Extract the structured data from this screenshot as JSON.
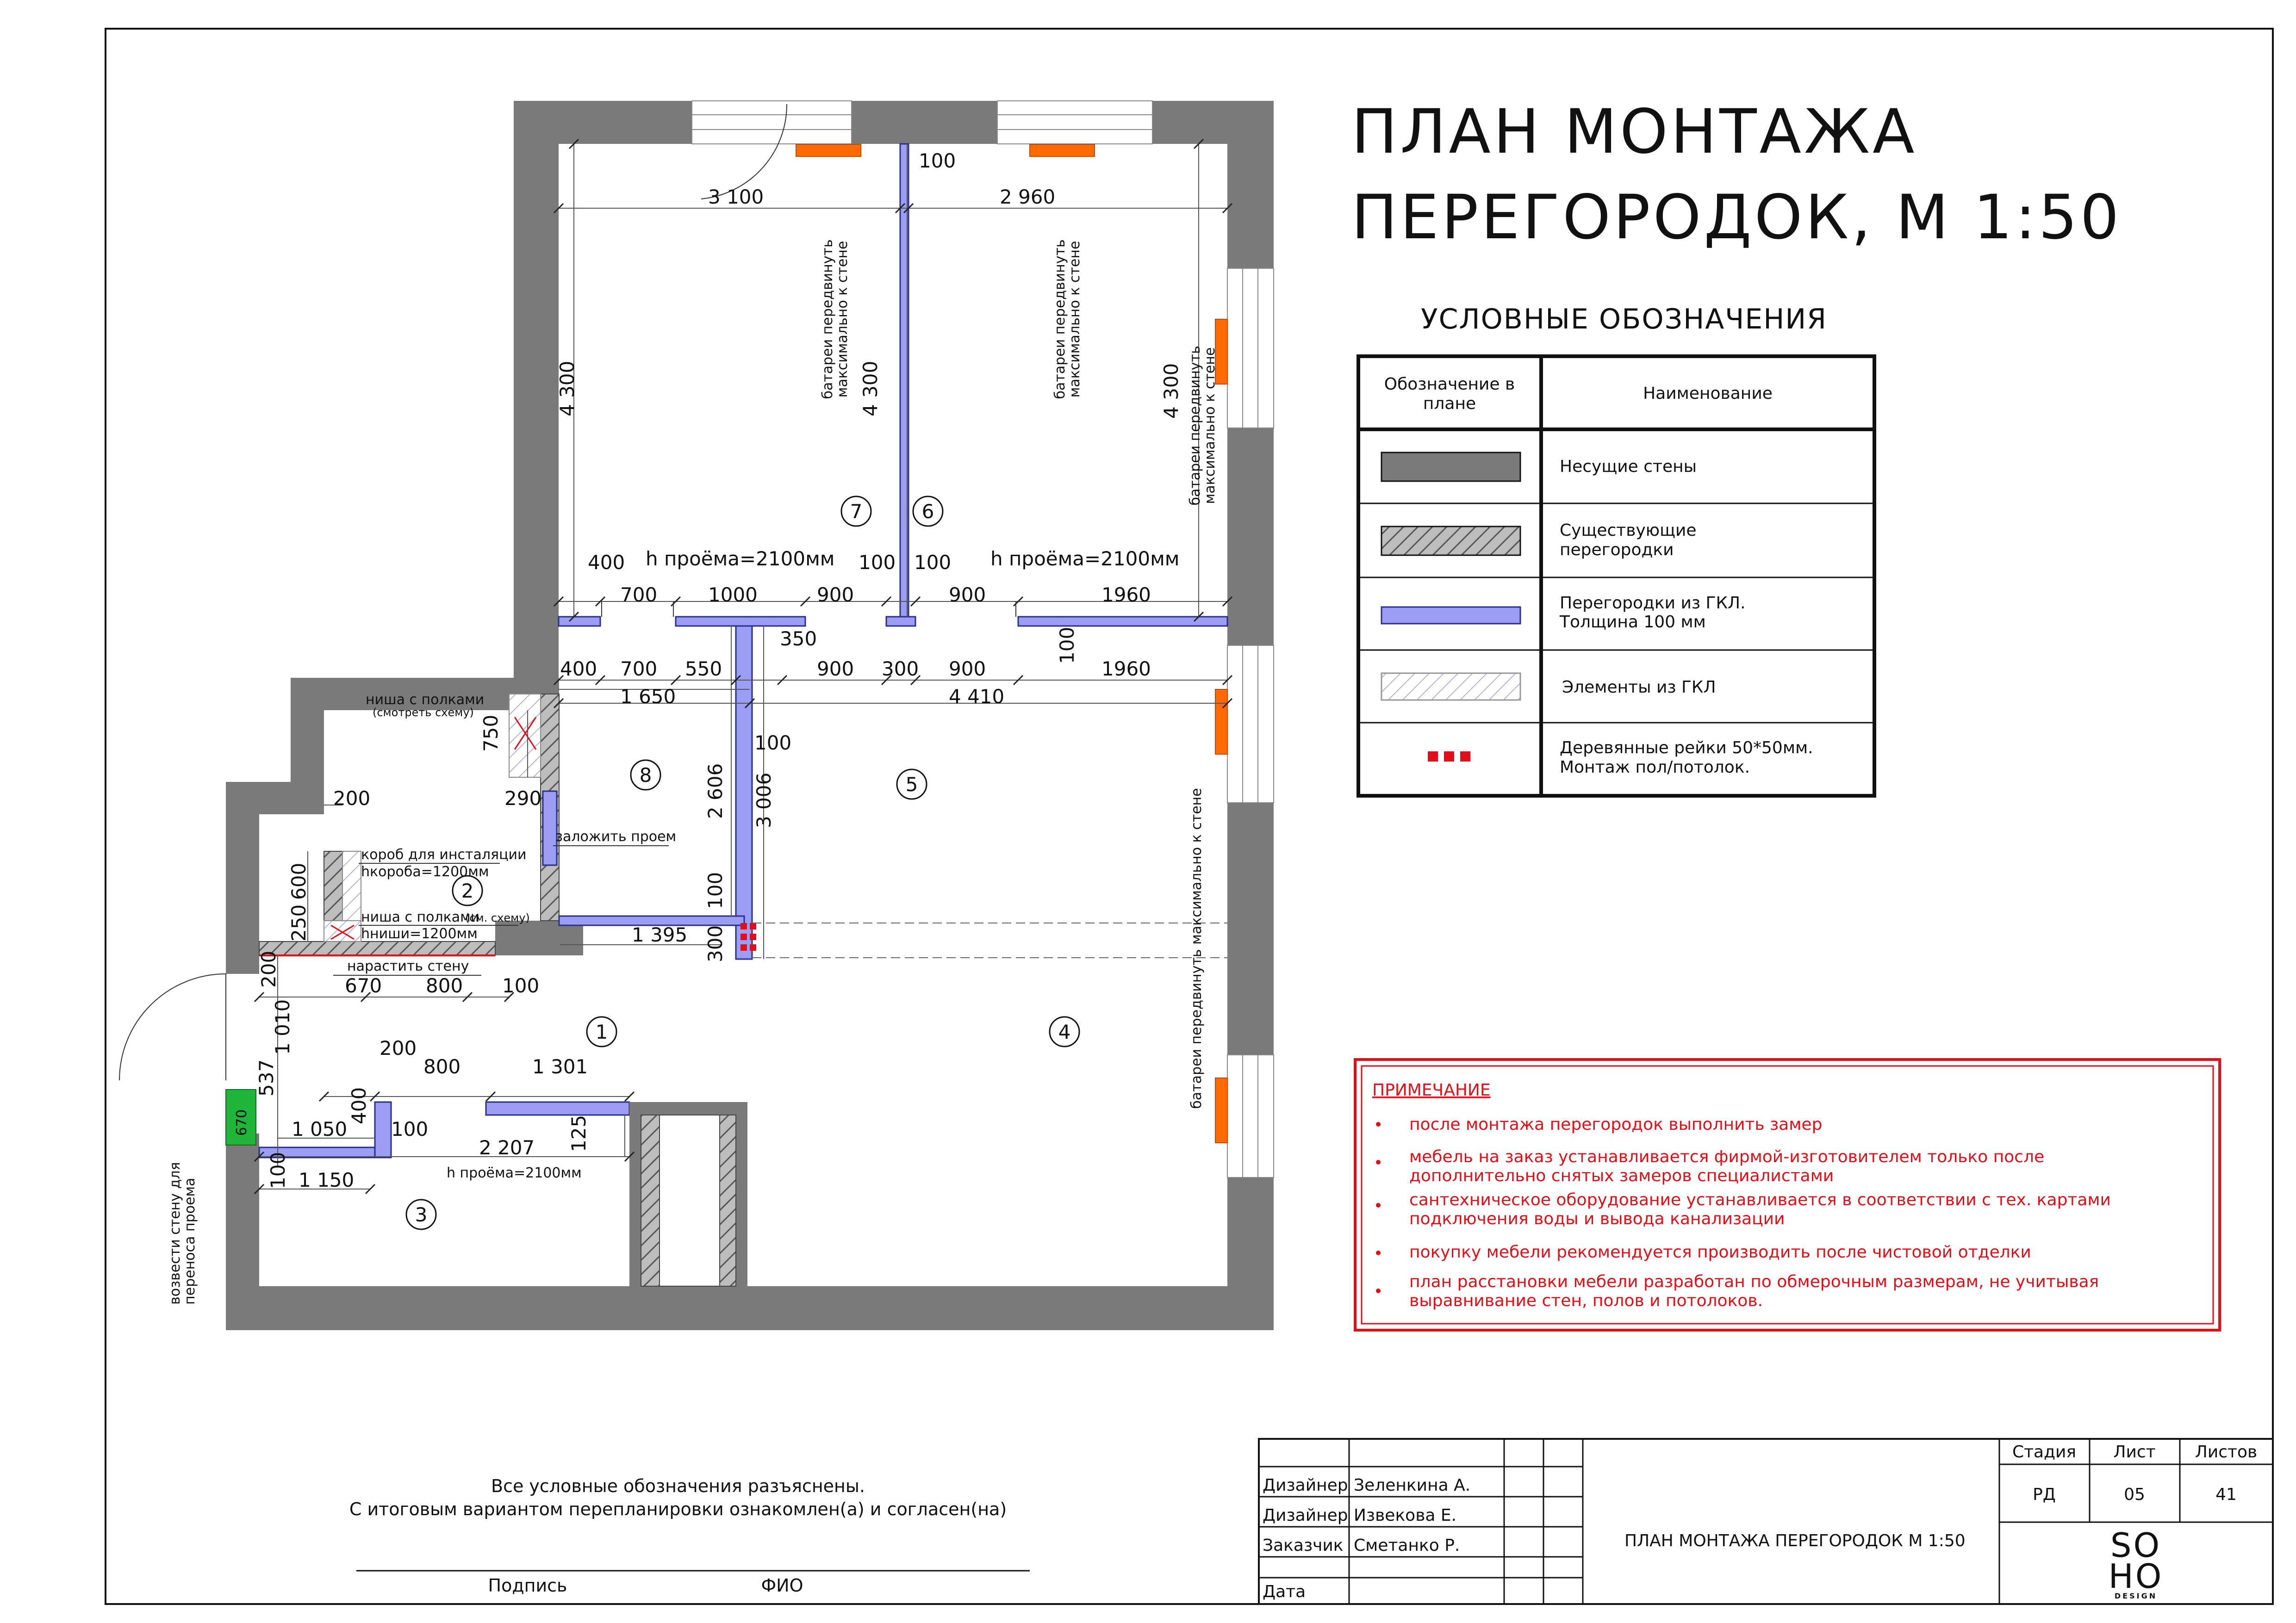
{
  "title": {
    "line1": "ПЛАН МОНТАЖА",
    "line2": "ПЕРЕГОРОДОК, М 1:50"
  },
  "legend": {
    "heading": "УСЛОВНЫЕ ОБОЗНАЧЕНИЯ",
    "col1": "Обозначение в плане",
    "col1_line1": "Обозначение в",
    "col1_line2": "плане",
    "col2": "Наименование",
    "rows": [
      {
        "name_line1": "Несущие стены",
        "name_line2": "",
        "swatch": "load-bearing",
        "color": "#7a7a7a"
      },
      {
        "name_line1": "Существующие",
        "name_line2": "перегородки",
        "swatch": "existing",
        "color": "#9a9a9a"
      },
      {
        "name_line1": "Перегородки из ГКЛ.",
        "name_line2": "Толщина 100 мм",
        "swatch": "gkl",
        "color": "#9b9ef3"
      },
      {
        "name_line1": "Элементы из ГКЛ",
        "name_line2": "",
        "swatch": "gkl-elements",
        "color": "#c8cbf0"
      },
      {
        "name_line1": "Деревянные рейки 50*50мм.",
        "name_line2": "Монтаж пол/потолок.",
        "swatch": "wood-rails",
        "color": "#e0101a"
      }
    ]
  },
  "notes": {
    "heading": "ПРИМЕЧАНИЕ",
    "items": [
      {
        "line1": "после монтажа перегородок выполнить замер",
        "line2": ""
      },
      {
        "line1": "мебель на заказ устанавливается фирмой-изготовителем только после",
        "line2": "дополнительно снятых замеров специалистами"
      },
      {
        "line1": "сантехническое оборудование устанавливается в соответствии с тех. картами",
        "line2": "подключения воды и вывода канализации"
      },
      {
        "line1": "покупку мебели рекомендуется производить после чистовой отделки",
        "line2": ""
      },
      {
        "line1": "план расстановки мебели разработан по обмерочным размерам, не учитывая",
        "line2": "выравнивание стен, полов и потолоков."
      }
    ]
  },
  "approval": {
    "line1": "Все условные обозначения разъяснены.",
    "line2": "С итоговым вариантом перепланировки ознакомлен(а) и согласен(на)",
    "signature_label": "Подпись",
    "name_label": "ФИО"
  },
  "title_block": {
    "rows": [
      {
        "role": "Дизайнер",
        "name": "Зеленкина А."
      },
      {
        "role": "Дизайнер",
        "name": "Извекова Е."
      },
      {
        "role": "Заказчик",
        "name": "Сметанко Р."
      },
      {
        "role": "Дата",
        "name": ""
      }
    ],
    "sheet_title": "ПЛАН МОНТАЖА ПЕРЕГОРОДОК М 1:50",
    "stage_label": "Стадия",
    "sheet_label": "Лист",
    "sheets_label": "Листов",
    "stage": "РД",
    "sheet": "05",
    "sheets": "41",
    "logo_line1": "SO",
    "logo_line2": "HO",
    "logo_sub": "DESIGN"
  },
  "plan": {
    "rooms": [
      "1",
      "2",
      "3",
      "4",
      "5",
      "6",
      "7",
      "8"
    ],
    "dims": {
      "d3100": "3 100",
      "d2960": "2 960",
      "d100a": "100",
      "d4300a": "4 300",
      "d4300b": "4 300",
      "d4300c": "4 300",
      "d400a": "400",
      "d700a": "700",
      "d1000": "1000",
      "d900a": "900",
      "d100b": "100",
      "d100c": "100",
      "d900b": "900",
      "d1960a": "1960",
      "d350": "350",
      "d100d": "100",
      "d400b": "400",
      "d700b": "700",
      "d550": "550",
      "d900c": "900",
      "d300a": "300",
      "d900d": "900",
      "d1960b": "1960",
      "d1650": "1 650",
      "d4410": "4 410",
      "d750": "750",
      "d290": "290",
      "d200a": "200",
      "d600": "600",
      "d250": "250",
      "d2606": "2 606",
      "d3006": "3 006",
      "d100e": "100",
      "d100f": "100",
      "d1395": "1 395",
      "d300b": "300",
      "d200b": "200",
      "d1010": "1 010",
      "d670a": "670",
      "d800a": "800",
      "d100g": "100",
      "d200c": "200",
      "d800b": "800",
      "d1301": "1 301",
      "d537": "537",
      "d1050": "1 050",
      "d400c": "400",
      "d100h": "100",
      "d2207": "2 207",
      "d125": "125",
      "d670b": "670",
      "d100i": "100",
      "d1150": "1 150"
    },
    "labels": {
      "opening1": "h проёма=2100мм",
      "opening2": "h проёма=2100мм",
      "opening3": "h проёма=2100мм",
      "radiator1a": "батареи передвинуть",
      "radiator1b": "максимально к стене",
      "radiator2a": "батареи передвинуть",
      "radiator2b": "максимально к стене",
      "radiator3a": "батареи передвинуть",
      "radiator3b": "максимально к стене",
      "radiator4": "батареи передвинуть максимально к стене",
      "niche1": "ниша с полками",
      "niche1sub": "(смотреть схему)",
      "box": "короб для инсталяции",
      "box_h": "hкоробa=1200мм",
      "niche2": "ниша с полками",
      "niche2sub": "(см. схему)",
      "niche2_h": "hниши=1200мм",
      "build_wall": "нарастить стену",
      "close_opening": "заложить проем",
      "move_wall1": "возвести стену для",
      "move_wall2": "переноса проема"
    }
  }
}
